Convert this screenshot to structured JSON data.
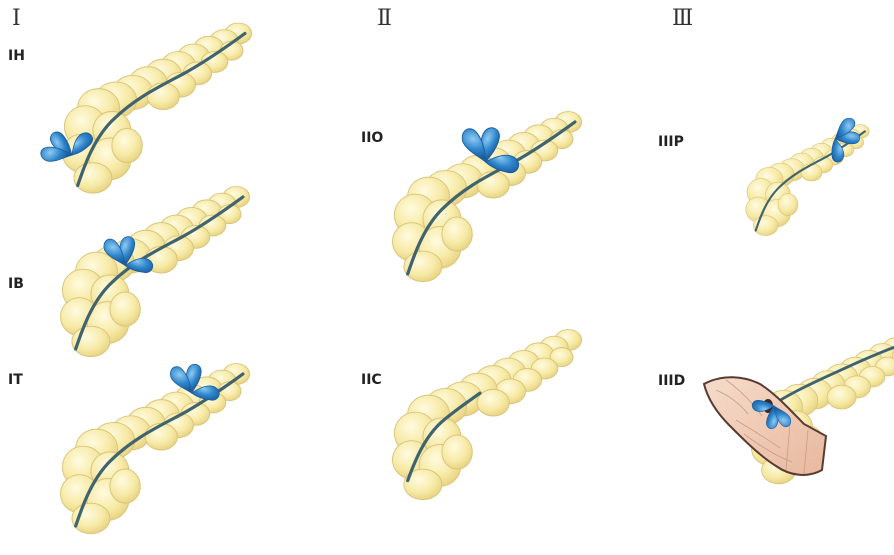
{
  "columns": [
    {
      "id": "col-1",
      "heading": "Ⅰ"
    },
    {
      "id": "col-2",
      "heading": "Ⅱ"
    },
    {
      "id": "col-3",
      "heading": "Ⅲ"
    }
  ],
  "panels": {
    "IH": "IH",
    "IB": "IB",
    "IT": "IT",
    "IIO": "IIO",
    "IIC": "IIC",
    "IIIP": "IIIP",
    "IIID": "IIID"
  },
  "colors": {
    "pancreas_fill": "#f7eaa6",
    "pancreas_edge": "#d9c47a",
    "duct": "#3f6470",
    "cyst": "#2f7fc4",
    "cyst_highlight": "#7fc0ef",
    "duodenum": "#f1cdb8",
    "duodenum_edge": "#5a3a32"
  },
  "icons": {
    "cyst": "cyst-lesion-icon",
    "pancreas": "pancreas-icon",
    "duodenum": "duodenum-icon"
  }
}
